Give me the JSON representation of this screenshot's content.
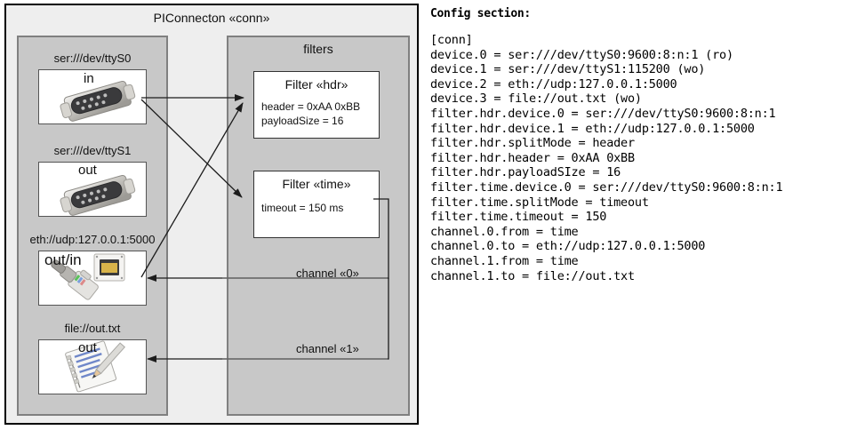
{
  "diagram": {
    "title": "PIConnecton «conn»",
    "devices_group": {
      "label": ""
    },
    "filters_group": {
      "title": "filters"
    },
    "devices": [
      {
        "name": "serial-ttys0",
        "label": "ser:///dev/ttyS0",
        "direction": "in",
        "icon": "serial-port-icon"
      },
      {
        "name": "serial-ttys1",
        "label": "ser:///dev/ttyS1",
        "direction": "out",
        "icon": "serial-port-icon"
      },
      {
        "name": "ethernet-udp",
        "label": "eth://udp:127.0.0.1:5000",
        "direction": "out/in",
        "icon": "ethernet-icon"
      },
      {
        "name": "file-out",
        "label": "file://out.txt",
        "direction": "out",
        "icon": "text-file-icon"
      }
    ],
    "filters": [
      {
        "name": "filter-hdr",
        "title": "Filter «hdr»",
        "attrs": [
          "header = 0xAA 0xBB",
          "payloadSize = 16"
        ]
      },
      {
        "name": "filter-time",
        "title": "Filter «time»",
        "attrs": [
          "timeout = 150 ms"
        ]
      }
    ],
    "channels": [
      {
        "name": "channel-0",
        "label": "channel «0»"
      },
      {
        "name": "channel-1",
        "label": "channel «1»"
      }
    ]
  },
  "config": {
    "heading": "Config section:",
    "lines": [
      "[conn]",
      "device.0 = ser:///dev/ttyS0:9600:8:n:1 (ro)",
      "device.1 = ser:///dev/ttyS1:115200 (wo)",
      "device.2 = eth://udp:127.0.0.1:5000",
      "device.3 = file://out.txt (wo)",
      "filter.hdr.device.0 = ser:///dev/ttyS0:9600:8:n:1",
      "filter.hdr.device.1 = eth://udp:127.0.0.1:5000",
      "filter.hdr.splitMode = header",
      "filter.hdr.header = 0xAA 0xBB",
      "filter.hdr.payloadSIze = 16",
      "filter.time.device.0 = ser:///dev/ttyS0:9600:8:n:1",
      "filter.time.splitMode = timeout",
      "filter.time.timeout = 150",
      "channel.0.from = time",
      "channel.0.to = eth://udp:127.0.0.1:5000",
      "channel.1.from = time",
      "channel.1.to = file://out.txt"
    ]
  },
  "colors": {
    "outer_fill": "#eeeeee",
    "group_fill": "#c8c8c8",
    "group_border": "#808080",
    "box_fill": "#ffffff",
    "line": "#222222"
  }
}
